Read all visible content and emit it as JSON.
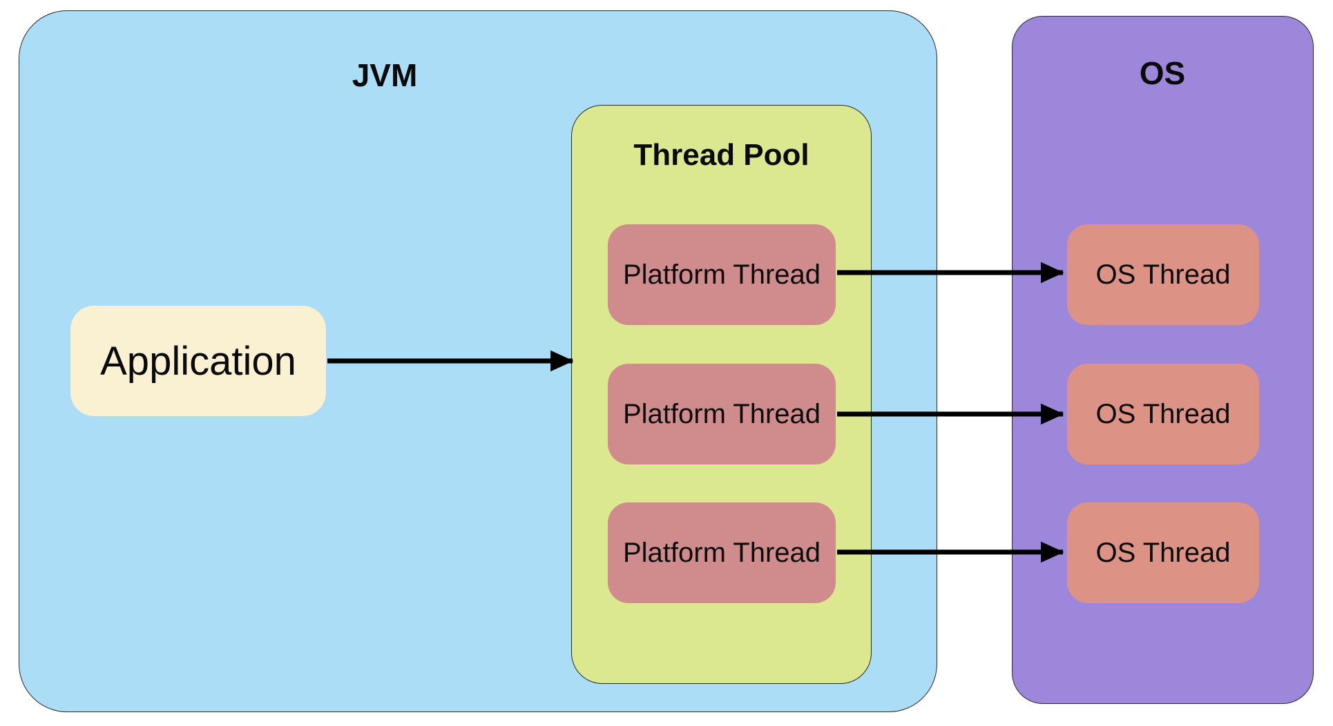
{
  "diagram": {
    "containers": {
      "jvm": {
        "label": "JVM",
        "fill": "#ABDDF6",
        "border": "#2a2a2a"
      },
      "thread_pool": {
        "label": "Thread Pool",
        "fill": "#DBE88F",
        "border": "#2a2a2a"
      },
      "os": {
        "label": "OS",
        "fill": "#9C87DB",
        "border": "#2a2a2a"
      }
    },
    "nodes": {
      "application": {
        "label": "Application",
        "fill": "#FAF0D2"
      },
      "platform_threads": [
        {
          "label": "Platform Thread",
          "fill": "#D08C8C"
        },
        {
          "label": "Platform Thread",
          "fill": "#D08C8C"
        },
        {
          "label": "Platform Thread",
          "fill": "#D08C8C"
        }
      ],
      "os_threads": [
        {
          "label": "OS Thread",
          "fill": "#DC9284"
        },
        {
          "label": "OS Thread",
          "fill": "#DC9284"
        },
        {
          "label": "OS Thread",
          "fill": "#DC9284"
        }
      ]
    },
    "connections": [
      {
        "from": "application",
        "to": "thread-pool"
      },
      {
        "from": "platform-thread-1",
        "to": "os-thread-1"
      },
      {
        "from": "platform-thread-2",
        "to": "os-thread-2"
      },
      {
        "from": "platform-thread-3",
        "to": "os-thread-3"
      }
    ],
    "arrow_color": "#000000",
    "text_color": "#0a0a0a"
  }
}
